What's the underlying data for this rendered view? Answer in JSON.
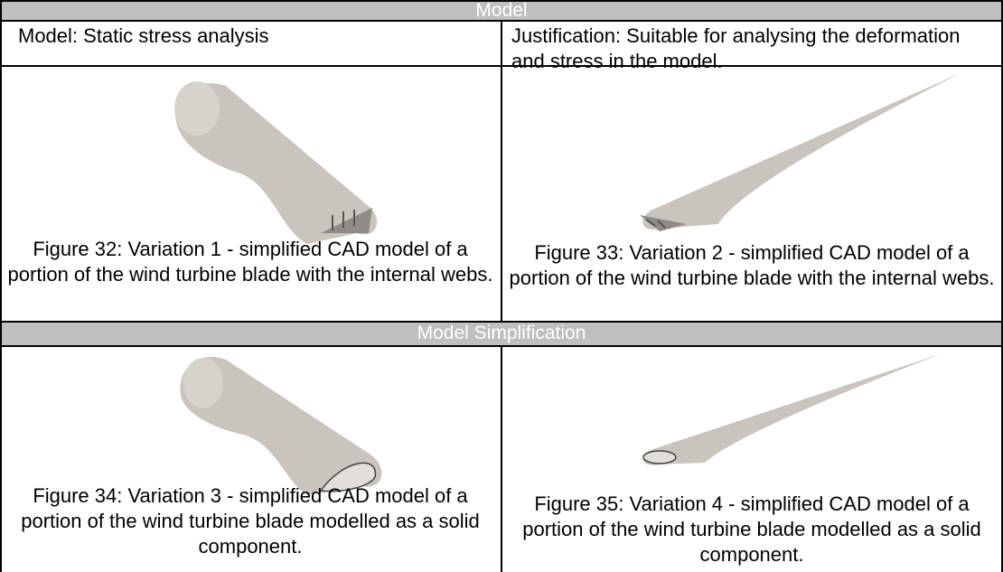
{
  "sections": {
    "model": "Model",
    "simplification": "Model Simplification"
  },
  "model_row": {
    "model": "Model: Static stress analysis",
    "justification": "Justification: Suitable for analysing the deformation and stress in the model."
  },
  "figures": [
    {
      "caption": "Figure 32: Variation 1 - simplified CAD model of a portion of the wind turbine blade with the internal webs."
    },
    {
      "caption": "Figure 33: Variation 2 - simplified CAD model of a portion of the wind turbine blade with the internal webs."
    },
    {
      "caption": "Figure 34: Variation 3 - simplified CAD model of a portion of the wind turbine blade modelled as a solid component."
    },
    {
      "caption": "Figure 35: Variation 4 - simplified CAD model of a portion of the wind turbine blade modelled as a solid component."
    }
  ]
}
